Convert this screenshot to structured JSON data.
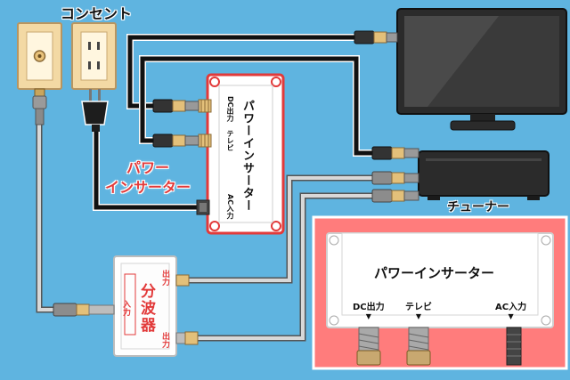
{
  "labels": {
    "outlet": "コンセント",
    "power_inserter_red_line1": "パワー",
    "power_inserter_red_line2": "インサーター",
    "power_inserter_box": "パワーインサーター",
    "port_dc_out": "DC出力",
    "port_tv": "テレビ",
    "port_ac_in": "AC入力",
    "tuner": "チューナー",
    "splitter": "分波器",
    "splitter_in": "入力",
    "splitter_out_top": "出力",
    "splitter_out_bottom": "出力",
    "detail_title": "パワーインサーター",
    "detail_dc_out": "DC出力",
    "detail_tv": "テレビ",
    "detail_ac_in": "AC入力",
    "arrow": "▼"
  },
  "colors": {
    "background": "#5fb4e0",
    "accent_red": "#e23a3a",
    "detail_panel": "#ff7c7c",
    "cable_black": "#111111",
    "cable_gray": "#d8d8d8"
  }
}
